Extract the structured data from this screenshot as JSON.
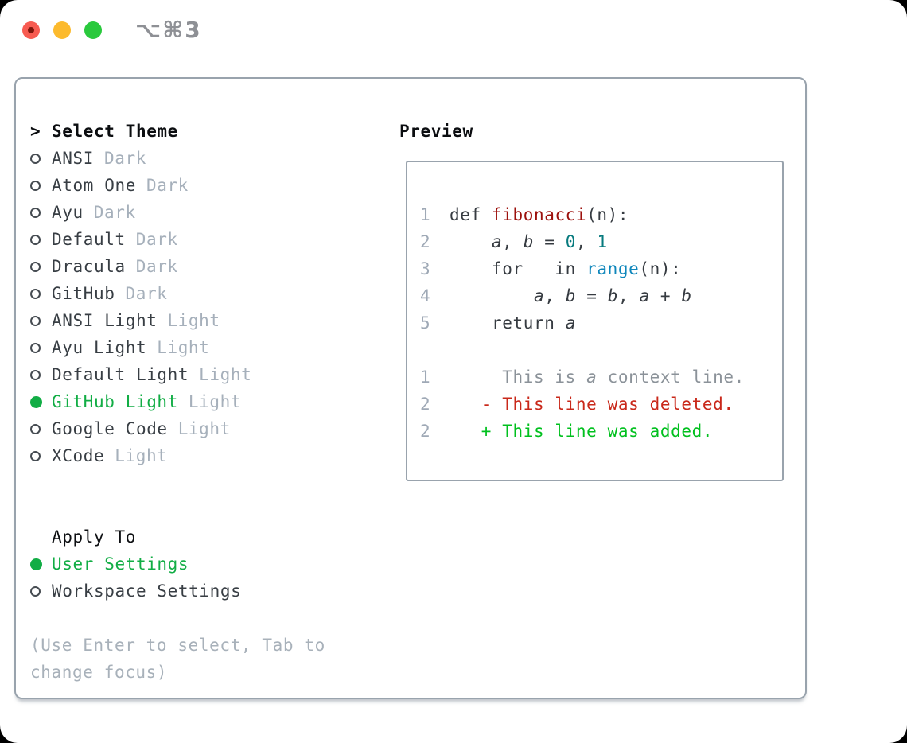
{
  "window": {
    "title": "⌥⌘3",
    "traffic_lights": [
      "close",
      "minimize",
      "zoom"
    ]
  },
  "colors": {
    "accent_green": "#12ad45",
    "added_green": "#00c01e",
    "deleted_red": "#c9281a",
    "function_red": "#9c100c",
    "number_teal": "#077a7e",
    "builtin_blue": "#0e86bb",
    "tl_red": "#f75b51",
    "tl_yellow": "#fcba2d",
    "tl_green": "#2ac93d"
  },
  "theme_panel": {
    "prompt": ">",
    "heading": "Select Theme",
    "items": [
      {
        "name": "ANSI",
        "tag": "Dark",
        "selected": false
      },
      {
        "name": "Atom One",
        "tag": "Dark",
        "selected": false
      },
      {
        "name": "Ayu",
        "tag": "Dark",
        "selected": false
      },
      {
        "name": "Default",
        "tag": "Dark",
        "selected": false
      },
      {
        "name": "Dracula",
        "tag": "Dark",
        "selected": false
      },
      {
        "name": "GitHub",
        "tag": "Dark",
        "selected": false
      },
      {
        "name": "ANSI Light",
        "tag": "Light",
        "selected": false
      },
      {
        "name": "Ayu Light",
        "tag": "Light",
        "selected": false
      },
      {
        "name": "Default Light",
        "tag": "Light",
        "selected": false
      },
      {
        "name": "GitHub Light",
        "tag": "Light",
        "selected": true
      },
      {
        "name": "Google Code",
        "tag": "Light",
        "selected": false
      },
      {
        "name": "XCode",
        "tag": "Light",
        "selected": false
      }
    ]
  },
  "apply_to": {
    "heading": "Apply To",
    "options": [
      {
        "label": "User Settings",
        "selected": true
      },
      {
        "label": "Workspace Settings",
        "selected": false
      }
    ]
  },
  "help_lines": [
    "(Use Enter to select, Tab to",
    "change focus)"
  ],
  "preview": {
    "heading": "Preview",
    "code_lines": [
      {
        "num": "1",
        "segments": [
          {
            "t": "def ",
            "c": "code"
          },
          {
            "t": "fibonacci",
            "c": "title"
          },
          {
            "t": "(n):",
            "c": "code"
          }
        ]
      },
      {
        "num": "2",
        "segments": [
          {
            "t": "    ",
            "c": "code"
          },
          {
            "t": "a",
            "c": "var"
          },
          {
            "t": ", ",
            "c": "code"
          },
          {
            "t": "b",
            "c": "var"
          },
          {
            "t": " = ",
            "c": "code"
          },
          {
            "t": "0",
            "c": "num"
          },
          {
            "t": ", ",
            "c": "code"
          },
          {
            "t": "1",
            "c": "num"
          }
        ]
      },
      {
        "num": "3",
        "segments": [
          {
            "t": "    for _ in ",
            "c": "code"
          },
          {
            "t": "range",
            "c": "builtin"
          },
          {
            "t": "(n):",
            "c": "code"
          }
        ]
      },
      {
        "num": "4",
        "segments": [
          {
            "t": "        ",
            "c": "code"
          },
          {
            "t": "a",
            "c": "var"
          },
          {
            "t": ", ",
            "c": "code"
          },
          {
            "t": "b",
            "c": "var"
          },
          {
            "t": " = ",
            "c": "code"
          },
          {
            "t": "b",
            "c": "var"
          },
          {
            "t": ", ",
            "c": "code"
          },
          {
            "t": "a",
            "c": "var"
          },
          {
            "t": " + ",
            "c": "code"
          },
          {
            "t": "b",
            "c": "var"
          }
        ]
      },
      {
        "num": "5",
        "segments": [
          {
            "t": "    return ",
            "c": "code"
          },
          {
            "t": "a",
            "c": "var"
          }
        ]
      }
    ],
    "diff_lines": [
      {
        "num": "1",
        "segments": [
          {
            "t": "     This is ",
            "c": "ctx"
          },
          {
            "t": "a",
            "c": "ctxvar"
          },
          {
            "t": " context line.",
            "c": "ctx"
          }
        ]
      },
      {
        "num": "2",
        "segments": [
          {
            "t": "   - This line was deleted.",
            "c": "del"
          }
        ]
      },
      {
        "num": "2",
        "segments": [
          {
            "t": "   + This line was added.",
            "c": "add"
          }
        ]
      }
    ]
  }
}
